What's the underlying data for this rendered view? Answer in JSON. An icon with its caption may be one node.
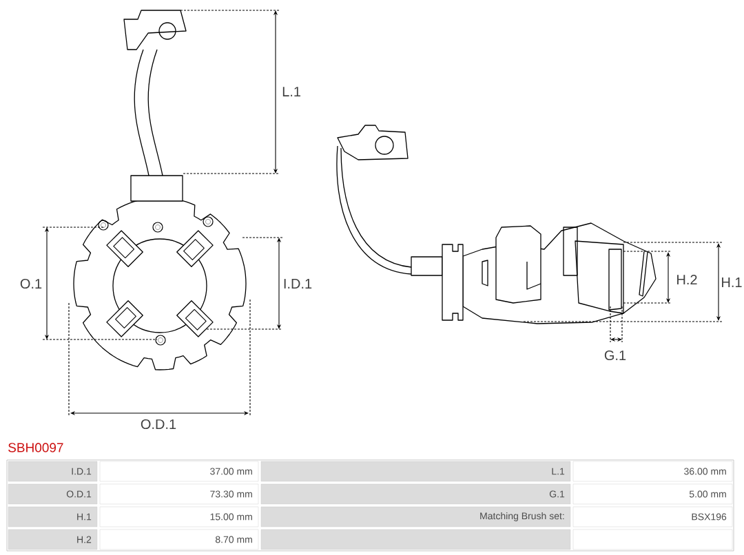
{
  "diagram": {
    "title": "SBH0097",
    "labels": [
      "L.1",
      "O.1",
      "I.D.1",
      "O.D.1",
      "H.2",
      "H.1",
      "G.1",
      "I.D.1",
      "37.00 mm",
      "L.1",
      "36.00 mm",
      "O.D.1",
      "73.30 mm",
      "G.1",
      "5.00 mm",
      "H.1",
      "15.00 mm",
      "Matching Brush set:",
      "BSX196",
      "H.2",
      "8.70 mm"
    ]
  }
}
